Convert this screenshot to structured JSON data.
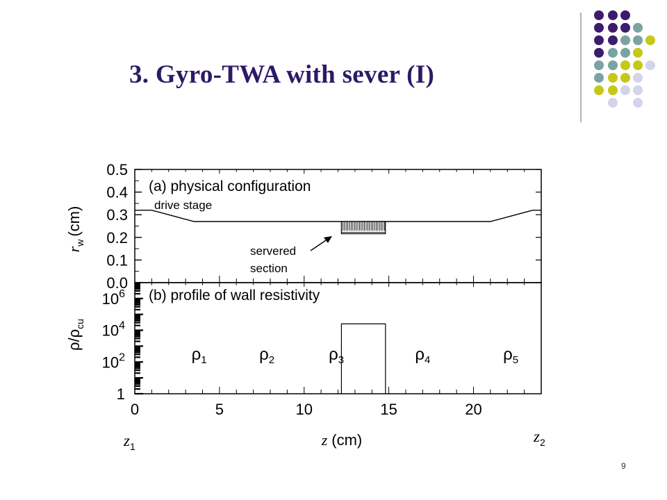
{
  "slide": {
    "title": "3. Gyro-TWA with sever (I)",
    "page_number": "9",
    "accent_colors": {
      "title": "#2c1a66",
      "dot_purple": "#3d1c6c",
      "dot_teal": "#7aa3a1",
      "dot_lime": "#c5c71c",
      "dot_lavender": "#d4d3ec",
      "divider": "#9a9a9a"
    }
  },
  "chart_data": [
    {
      "type": "line",
      "panel_label": "(a) physical configuration",
      "ylabel_main": "r",
      "ylabel_sub": "w",
      "ylabel_unit": "(cm)",
      "yticks": [
        "0.0",
        "0.1",
        "0.2",
        "0.3",
        "0.4",
        "0.5"
      ],
      "ylim": [
        0,
        0.5
      ],
      "xlim": [
        0,
        24
      ],
      "series": [
        {
          "x": [
            0,
            1,
            3.5,
            21,
            23.5,
            24.5
          ],
          "y": [
            0.32,
            0.32,
            0.27,
            0.27,
            0.32,
            0.32
          ]
        }
      ],
      "sever_region": {
        "x": [
          12.2,
          14.8
        ],
        "y": [
          0.216,
          0.27
        ]
      },
      "annotations": [
        "drive stage",
        "servered",
        "section"
      ]
    },
    {
      "type": "line",
      "panel_label": "(b) profile of wall resistivity",
      "ylabel_main": "ρ/ρ",
      "ylabel_sub": "cu",
      "yticks": [
        {
          "base": "1",
          "exp": ""
        },
        {
          "base": "10",
          "exp": "2"
        },
        {
          "base": "10",
          "exp": "4"
        },
        {
          "base": "10",
          "exp": "6"
        }
      ],
      "ylim_log10": [
        0,
        7
      ],
      "xlabel_main": "z",
      "xlabel_unit": "(cm)",
      "xticks": [
        "0",
        "5",
        "10",
        "15",
        "20"
      ],
      "xlim": [
        0,
        24
      ],
      "series": [
        {
          "x": [
            12.2,
            12.2,
            14.8,
            14.8
          ],
          "y_log10": [
            0,
            4.4,
            4.4,
            0
          ]
        }
      ],
      "region_labels": [
        {
          "base": "ρ",
          "sub": "1",
          "x": 3.8
        },
        {
          "base": "ρ",
          "sub": "2",
          "x": 7.8
        },
        {
          "base": "ρ",
          "sub": "3",
          "x": 11.9
        },
        {
          "base": "ρ",
          "sub": "4",
          "x": 17
        },
        {
          "base": "ρ",
          "sub": "5",
          "x": 22.2
        }
      ],
      "z_markers": [
        {
          "base": "z",
          "sub": "1"
        },
        {
          "base": "z",
          "sub": "2"
        }
      ]
    }
  ]
}
